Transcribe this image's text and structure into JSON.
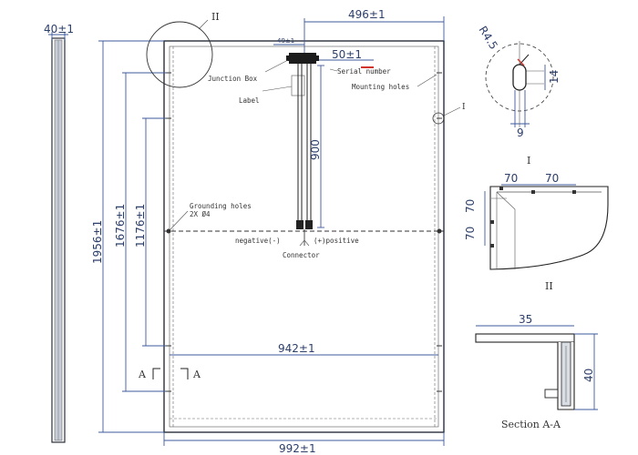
{
  "dimensions": {
    "frame_thickness": "40±1",
    "width_top": "496±1",
    "junction_offset": "49±1",
    "label_offset": "50±1",
    "cable_length": "900",
    "total_length": "1956±1",
    "mounting_span_1": "1676±1",
    "mounting_span_2": "1176±1",
    "inner_width": "942±1",
    "total_width": "992±1",
    "hole_radius": "R4.5",
    "hole_length": "14",
    "hole_width": "9",
    "corner_dim_1": "70",
    "corner_dim_2": "70",
    "corner_side_1": "70",
    "corner_side_2": "70",
    "section_width": "35",
    "section_height": "40"
  },
  "labels": {
    "detail_ii_marker": "II",
    "detail_i_marker": "I",
    "junction_box": "Junction Box",
    "label": "Label",
    "serial_number": "Serial number",
    "mounting_holes": "Mounting holes",
    "grounding_holes": "Grounding holes",
    "grounding_spec": "2X Ø4",
    "negative": "negative(-)",
    "positive": "(+)positive",
    "connector": "Connector",
    "section_mark_left": "A",
    "section_mark_right": "A",
    "detail_i_caption": "I",
    "detail_ii_caption": "II",
    "section_caption": "Section A-A"
  }
}
